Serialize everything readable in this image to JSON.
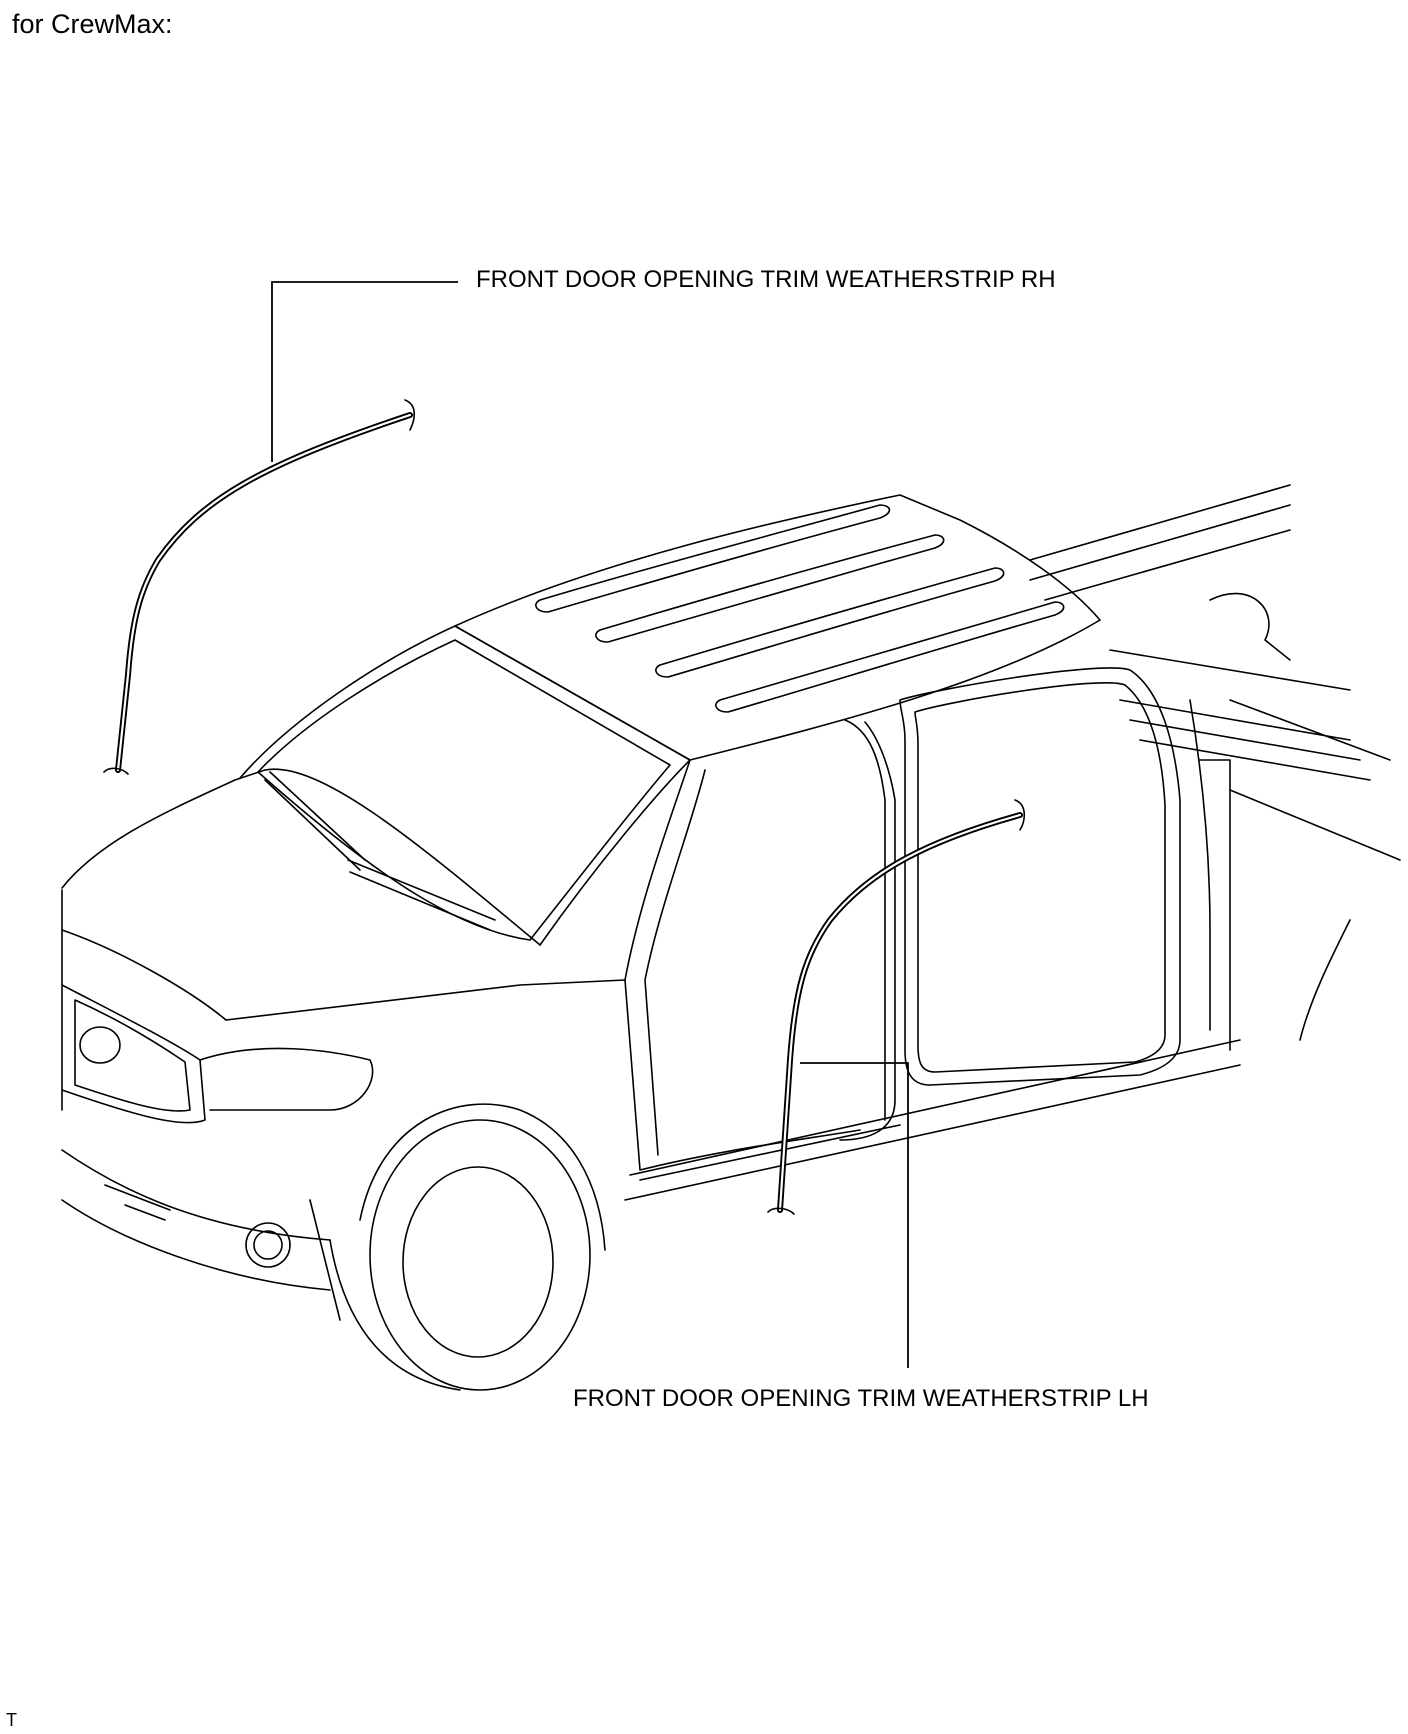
{
  "heading": "for CrewMax:",
  "callouts": {
    "rh": "FRONT DOOR OPENING TRIM WEATHERSTRIP RH",
    "lh": "FRONT DOOR OPENING TRIM WEATHERSTRIP LH"
  },
  "footer_code": "T"
}
